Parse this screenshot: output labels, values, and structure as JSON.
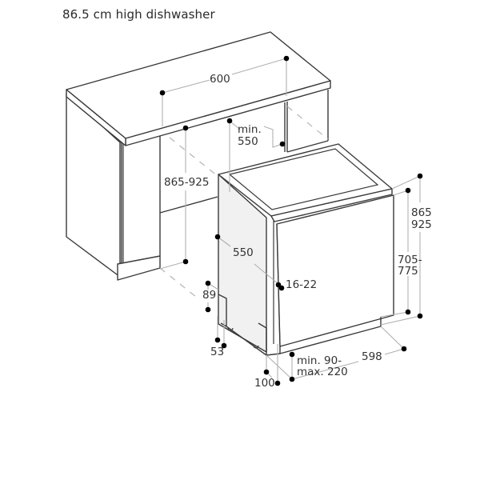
{
  "title": "86.5 cm high dishwasher",
  "dimensions": {
    "cabinet_width": "600",
    "niche_depth_line1": "min.",
    "niche_depth_line2": "550",
    "niche_height": "865-925",
    "appliance_height_line1": "865",
    "appliance_height_line2": "925",
    "door_height_line1": "705-",
    "door_height_line2": "775",
    "appliance_depth": "550",
    "door_thickness": "16-22",
    "plinth_height": "89",
    "foot_offset": "53",
    "plinth_depth_line1": "min. 90-",
    "plinth_depth_line2": "max. 220",
    "plinth_setback": "100",
    "appliance_width": "598"
  }
}
